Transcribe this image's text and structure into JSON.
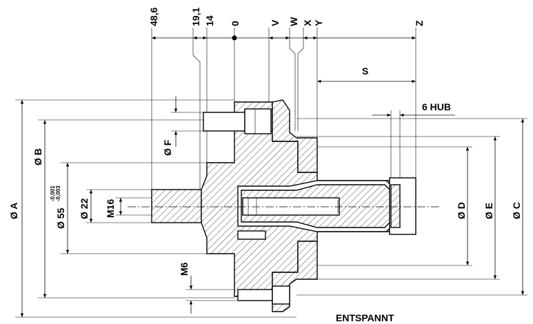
{
  "top_labels": {
    "d48": "48,6",
    "d19": "19,1",
    "d14": "14",
    "d0": "0",
    "V": "V",
    "W": "W",
    "X": "X",
    "Y": "Y",
    "Z": "Z"
  },
  "labels": {
    "S": "S",
    "hub": "6 HUB",
    "phiA": "Ø A",
    "phiB": "Ø B",
    "phiF": "Ø F",
    "phi55": "Ø 55",
    "tol_upper": "-0,001",
    "tol_lower": "-0,003",
    "phi22": "Ø 22",
    "m16": "M16",
    "m6": "M6",
    "phiD": "Ø D",
    "phiE": "Ø E",
    "phiC": "Ø C",
    "state": "ENTSPANNT"
  }
}
